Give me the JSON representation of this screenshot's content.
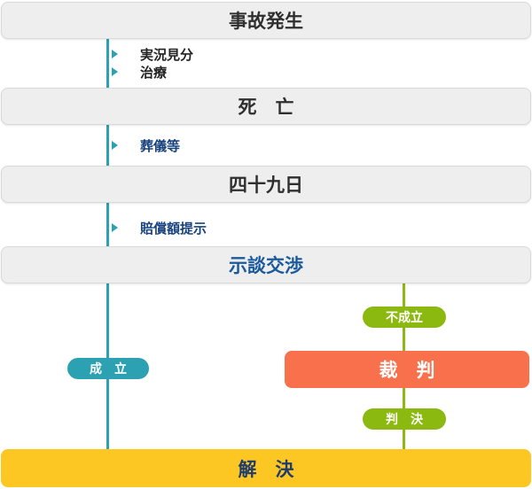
{
  "stages": {
    "accident": {
      "label": "事故発生"
    },
    "death": {
      "label": "死　亡"
    },
    "forty_ninth_day": {
      "label": "四十九日"
    },
    "settlement_negotiation": {
      "label": "示談交渉"
    },
    "trial": {
      "label": "裁　判"
    },
    "resolution": {
      "label": "解　決"
    }
  },
  "events": {
    "scene_investigation": {
      "label": "実況見分"
    },
    "treatment": {
      "label": "治療"
    },
    "funeral": {
      "label": "葬儀等"
    },
    "compensation_offer": {
      "label": "賠償額提示"
    }
  },
  "outcomes": {
    "settled": {
      "label": "成　立"
    },
    "not_settled": {
      "label": "不成立"
    },
    "judgment": {
      "label": "判　決"
    }
  },
  "colors": {
    "timeline_teal": "#2ba1b1",
    "branch_olive": "#8cb90f",
    "trial_orange": "#f8714c",
    "resolution_yellow": "#fcc722",
    "stage_gray_bg": "#eeeeee",
    "stage_gray_border": "#d9d9d9",
    "stage_text_dark": "#2f2f2f",
    "settlement_text_blue": "#1a5a9c",
    "event_text_navy": "#18427d",
    "resolution_text_navy": "#1e3c6d"
  }
}
